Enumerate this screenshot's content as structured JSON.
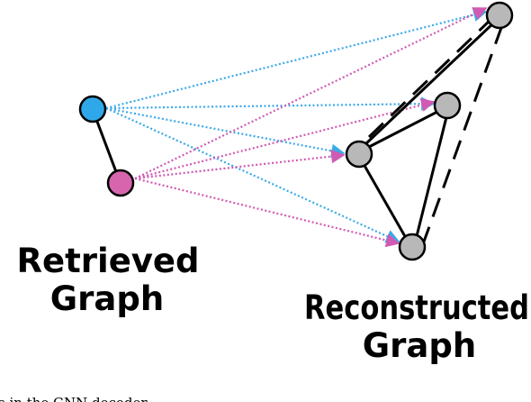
{
  "labels": {
    "retrieved_line1": "Retrieved",
    "retrieved_line2": "Graph",
    "reconstructed_line1": "Reconstructed",
    "reconstructed_line2": "Graph",
    "caption_fragment": "s in the GNN decoder"
  },
  "colors": {
    "blue_node": "#2fa8ea",
    "pink_node": "#d665ad",
    "gray_node": "#b8b8b8",
    "blue_arrow": "#3aa9e8",
    "pink_arrow": "#d15ab3",
    "edge": "#000000"
  },
  "retrieved_graph": {
    "nodes": [
      "blue",
      "pink"
    ],
    "edges": [
      [
        "blue",
        "pink"
      ]
    ]
  },
  "reconstructed_graph": {
    "nodes": [
      "top",
      "upper",
      "middle",
      "bottom"
    ],
    "solid_edges": [
      [
        "top",
        "middle"
      ],
      [
        "middle",
        "upper"
      ],
      [
        "upper",
        "bottom"
      ],
      [
        "middle",
        "bottom"
      ]
    ],
    "dashed_edges": [
      [
        "middle",
        "top"
      ],
      [
        "top",
        "bottom"
      ]
    ]
  },
  "mappings": {
    "from_blue": [
      "top",
      "upper",
      "middle",
      "bottom"
    ],
    "from_pink": [
      "top",
      "upper",
      "middle",
      "bottom"
    ]
  }
}
